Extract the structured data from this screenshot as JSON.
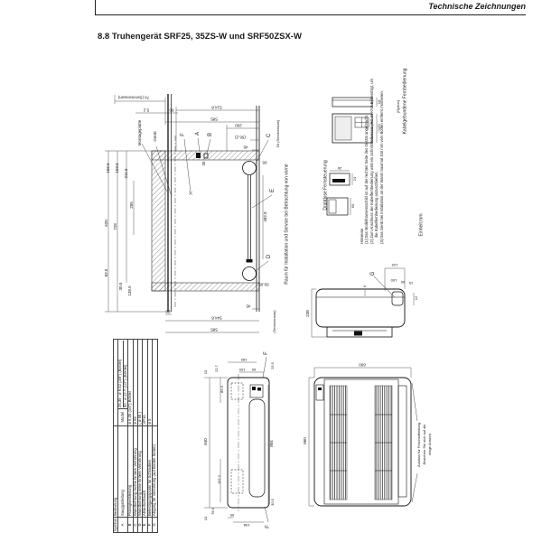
{
  "page": {
    "doc_header": "Technische Zeichnungen",
    "section_title": "8.8  Truhengerät SRF25, 35ZS-W und SRF50ZSX-W",
    "unit_label": "Einheit:mm"
  },
  "plan": {
    "labels": {
      "montageplatte": "Montageplatte",
      "geraet": "Gerät",
      "svc_top": "70 (Serviceraum)",
      "svc_right": "50 (Serviceraum)",
      "svc_bottom": "(Serviceraum)",
      "room_note": "Raum für Installation und Service bei Betrachtung von vorne"
    },
    "letters": {
      "a": "A",
      "b": "B",
      "c": "C",
      "d": "D",
      "e": "E",
      "f": "F"
    },
    "dims": {
      "d52": "5.2",
      "d80": "80",
      "d5148": "514.8",
      "d585_top": "585",
      "d200": "200",
      "d562": "(56.2)",
      "d45_top": "45",
      "d35": "35",
      "d65_c": "65",
      "d4828": "482.8",
      "d50_65": "50,65",
      "d45_bot": "45",
      "d5448": "544.8",
      "d585_bot": "585",
      "d20": "20",
      "d1565": "156.5",
      "d1035": "103.5",
      "d2115": "211.5",
      "d255": "255",
      "d620": "620",
      "d728": "728",
      "d835": "83.5",
      "d305": "30.5",
      "d1385": "138.5"
    }
  },
  "side_view": {
    "letter_g": "G",
    "dims": {
      "d125": "125",
      "d100": "100",
      "d60": "60",
      "d15": "15",
      "d12": "12",
      "d6": "6",
      "d238": "238"
    }
  },
  "top_view": {
    "letter_f": "F",
    "dims": {
      "d10a": "10",
      "d227": "22.7",
      "d853": "85.3",
      "d840": "840",
      "d1572": "157.2",
      "d783": "78.3",
      "d10b": "10",
      "d185": "185",
      "d100": "100",
      "d60": "60",
      "d255": "25.5",
      "d804": "804",
      "d305": "30.5",
      "d198": "198",
      "d55": "55"
    }
  },
  "front_view": {
    "dims": {
      "d600": "600",
      "d860": "860"
    },
    "callout": {
      "line1": "Auslass für Frischluftleitung.",
      "line2": "Beziehen Sie sich auf die",
      "line3": "obige Ansicht"
    }
  },
  "remotes": {
    "wired_title": "Kabelgebundene Fernbedienung",
    "wired_option": "(Option)",
    "wireless_title": "Drahtlose Fernsteuerung",
    "dims": {
      "d19": "19",
      "d120": "□120",
      "d26": "26",
      "d24": "24",
      "d60": "60"
    }
  },
  "notes": {
    "heading": "Hinweise",
    "n1": "(1) Das Modellnamensschild ist auf der rechten Seite des Geräts angebracht.",
    "n2": "(2) Zum Anschluss der Kabelfernbedienung wird ein Schnittstellensatz (RC-IN KN2-E) benötigt, um die Kabelfernbedienung anzuschließen.",
    "n3": "(3) Das Gerät bei Installation an der Wand maximal 150 mm vom Boden entfernt montieren."
  },
  "symbol_table": {
    "headers": {
      "symbol": "Symbol",
      "meaning": "Bedeutung"
    },
    "model_label": "Model",
    "rows": [
      {
        "sym": "A",
        "meaning": "Sauggasleitung",
        "value": "25,35 : ø 9.52 (3/8\") (Bördel)",
        "value2": "50 : ø 12.7 (1/2\") (Bördel)"
      },
      {
        "sym": "B",
        "meaning": "Flüssigkeitsleitung",
        "value": "ø 6.35 (1/4\") Bördel"
      },
      {
        "sym": "C",
        "meaning": "Wandbohrung rechte hintere Verrohrung",
        "value": "ø 65"
      },
      {
        "sym": "D",
        "meaning": "Wandbohrung linke hintere Verrohrung",
        "value": "( ø 65 )"
      },
      {
        "sym": "E",
        "meaning": "Ablaufschlauch",
        "value": "VP16"
      },
      {
        "sym": "F",
        "meaning": "Befestigungspunkt für Schrauben",
        "value": "ø 5"
      },
      {
        "sym": "G",
        "meaning": "Abgang für Verrohrung (auf beiden Seiten)",
        "value": ""
      }
    ]
  }
}
